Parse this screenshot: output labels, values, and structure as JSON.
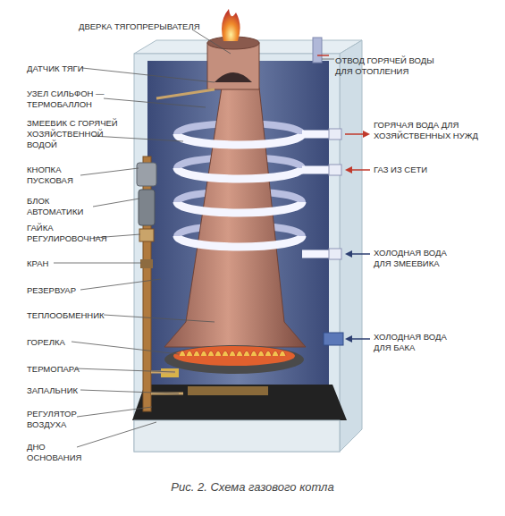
{
  "diagram": {
    "caption": "Рис. 2. Схема газового котла",
    "labels": [
      "ДВЕРКА ТЯГОПРЕРЫВАТЕЛЯ",
      "ДАТЧИК ТЯГИ",
      "УЗЕЛ СИЛЬФОН — ТЕРМОБАЛЛОН",
      "ЗМЕЕВИК С ГОРЯЧЕЙ ХОЗЯЙСТВЕННОЙ ВОДОЙ",
      "КНОПКА ПУСКОВАЯ",
      "БЛОК АВТОМАТИКИ",
      "ГАЙКА РЕГУЛИРОВОЧНАЯ",
      "КРАН",
      "РЕЗЕРВУАР",
      "ТЕПЛООБМЕННИК",
      "ГОРЕЛКА",
      "ТЕРМОПАРА",
      "ЗАПАЛЬНИК",
      "РЕГУЛЯТОР ВОЗДУХА",
      "ДНО ОСНОВАНИЯ",
      "ОТВОД ГОРЯЧЕЙ ВОДЫ ДЛЯ ОТОПЛЕНИЯ",
      "ГОРЯЧАЯ ВОДА ДЛЯ ХОЗЯЙСТВЕННЫХ НУЖД",
      "ГАЗ ИЗ СЕТИ",
      "ХОЛОДНАЯ ВОДА ДЛЯ ЗМЕЕВИКА",
      "ХОЛОДНАЯ ВОДА ДЛЯ БАКА"
    ]
  }
}
